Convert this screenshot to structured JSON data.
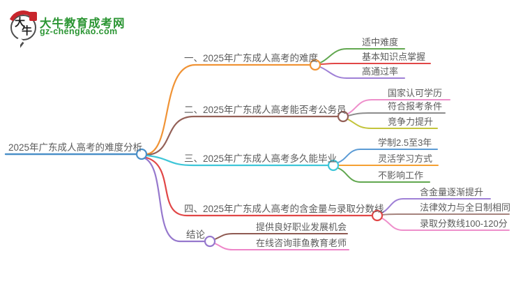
{
  "site": {
    "logo_char_1": "大",
    "logo_char_2": "牛",
    "name": "大牛教育成考网",
    "domain": "gz-chengkao.com",
    "brand_green": "#2b9533",
    "seal_red": "#c8252c"
  },
  "mindmap": {
    "text_color": "#5b5b5b",
    "root": {
      "label": "2025年广东成人高考的难度分析",
      "color": "#4a8fc8"
    },
    "branches": [
      {
        "label": "一、2025年广东成人高考的难度",
        "color": "#f09335",
        "children": [
          {
            "label": "适中难度",
            "color": "#61a74f"
          },
          {
            "label": "基本知识点掌握",
            "color": "#e14747"
          },
          {
            "label": "高通过率",
            "color": "#9f80d6"
          }
        ]
      },
      {
        "label": "二、2025年广东成人高考能否考公务员",
        "color": "#946158",
        "children": [
          {
            "label": "国家认可学历",
            "color": "#ee8fcb"
          },
          {
            "label": "符合报考条件",
            "color": "#8c8c8c"
          },
          {
            "label": "竞争力提升",
            "color": "#c3c43b"
          }
        ]
      },
      {
        "label": "三、2025年广东成人高考多久能毕业",
        "color": "#3ec6d8",
        "children": [
          {
            "label": "学制2.5至3年",
            "color": "#5b9bd5"
          },
          {
            "label": "灵活学习方式",
            "color": "#f5a032"
          },
          {
            "label": "不影响工作",
            "color": "#61a74f"
          }
        ]
      },
      {
        "label": "四、2025年广东成人高考的含金量与录取分数线",
        "color": "#e14747",
        "children": [
          {
            "label": "含金量逐渐提升",
            "color": "#9f80d6"
          },
          {
            "label": "法律效力与全日制相同",
            "color": "#a5837d"
          },
          {
            "label": "录取分数线100-120分",
            "color": "#ee8fcb"
          }
        ]
      },
      {
        "label": "结论",
        "color": "#9678cd",
        "children": [
          {
            "label": "提供良好职业发展机会",
            "color": "#8f5a52"
          },
          {
            "label": "在线咨询菲鱼教育老师",
            "color": "#ee85c8"
          }
        ]
      }
    ]
  }
}
